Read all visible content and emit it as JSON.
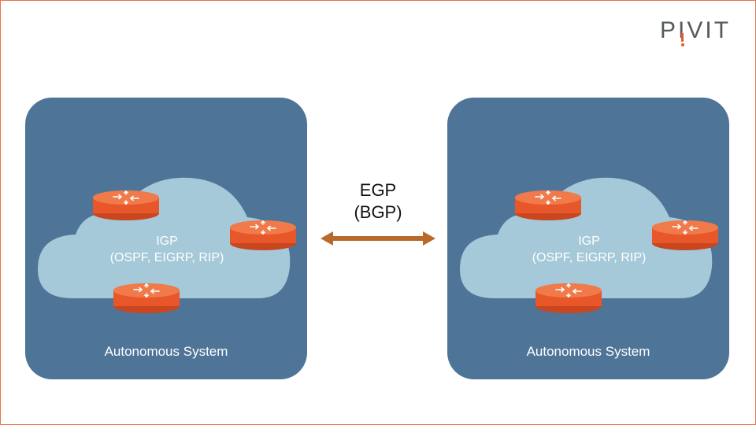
{
  "logo": {
    "before": "P",
    "mid": "I",
    "after": "VIT"
  },
  "egp": {
    "line1": "EGP",
    "line2": "(BGP)"
  },
  "systems": [
    {
      "igp_line1": "IGP",
      "igp_line2": "(OSPF, EIGRP, RIP)",
      "label": "Autonomous System"
    },
    {
      "igp_line1": "IGP",
      "igp_line2": "(OSPF, EIGRP, RIP)",
      "label": "Autonomous System"
    }
  ],
  "colors": {
    "as_box": "#4e7598",
    "cloud": "#a5c9d8",
    "router": "#e8572a",
    "router_top": "#f07a4a",
    "egp_arrow": "#b9692a",
    "accent": "#e8572a"
  },
  "icons": {
    "router": "router-icon",
    "arrow": "double-arrow-icon",
    "cloud": "cloud-shape"
  }
}
